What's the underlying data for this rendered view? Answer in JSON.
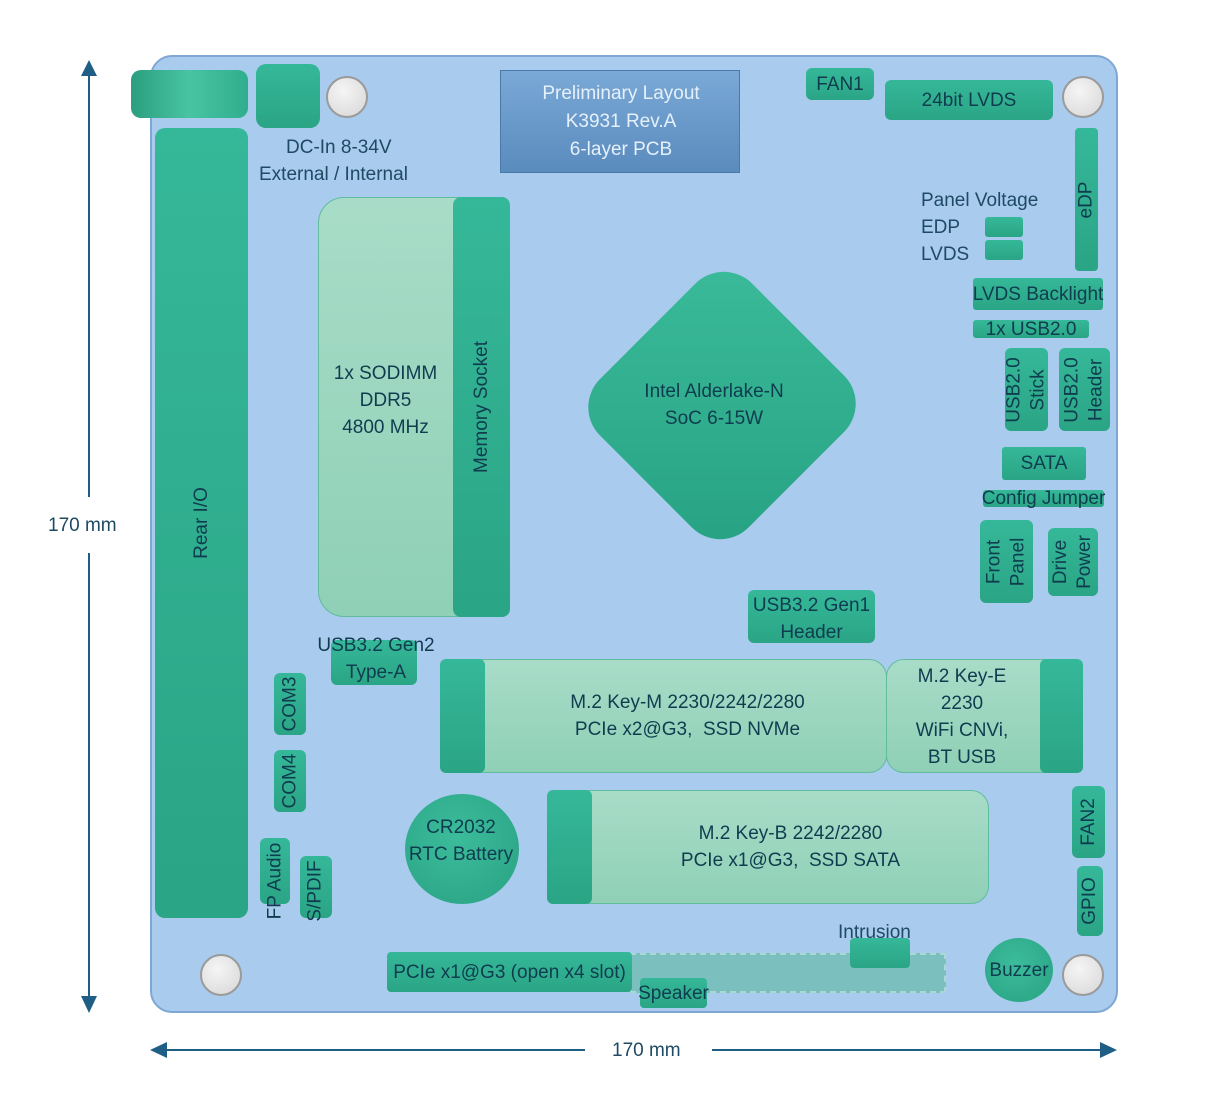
{
  "title": {
    "line1": "Preliminary Layout",
    "line2": "K3931 Rev.A",
    "line3": "6-layer PCB"
  },
  "dimensions": {
    "height": "170 mm",
    "width": "170 mm"
  },
  "labels": {
    "dc_in": "DC-In 8-34V",
    "dc_in_sub": "External / Internal",
    "rear_io": "Rear I/O",
    "sodimm_line1": "1x SODIMM",
    "sodimm_line2": "DDR5",
    "sodimm_line3": "4800 MHz",
    "memory_socket": "Memory Socket",
    "soc_line1": "Intel Alderlake-N",
    "soc_line2": "SoC 6-15W",
    "fan1": "FAN1",
    "lvds24": "24bit LVDS",
    "edp": "eDP",
    "panel_voltage": "Panel Voltage",
    "pv_edp": "EDP",
    "pv_lvds": "LVDS",
    "lvds_backlight": "LVDS Backlight",
    "usb20_1x": "1x USB2.0",
    "usb20_stick": "USB2.0\nStick",
    "usb20_header": "USB2.0\nHeader",
    "sata": "SATA",
    "config_jumper": "Config Jumper",
    "front_panel": "Front\nPanel",
    "drive_power": "Drive\nPower",
    "usb32g1_line1": "USB3.2 Gen1",
    "usb32g1_line2": "Header",
    "usb32g2_line1": "USB3.2 Gen2",
    "usb32g2_line2": "Type-A",
    "m2m_line1": "M.2 Key-M 2230/2242/2280",
    "m2m_line2": "PCIe x2@G3,  SSD NVMe",
    "m2e_line1": "M.2 Key-E",
    "m2e_line2": "2230",
    "m2e_line3": "WiFi CNVi,",
    "m2e_line4": "BT USB",
    "m2b_line1": "M.2 Key-B 2242/2280",
    "m2b_line2": "PCIe x1@G3,  SSD SATA",
    "com3": "COM3",
    "com4": "COM4",
    "cr2032_line1": "CR2032",
    "cr2032_line2": "RTC Battery",
    "fp_audio": "FP Audio",
    "spdif": "S/PDIF",
    "fan2": "FAN2",
    "gpio": "GPIO",
    "intrusion": "Intrusion",
    "pcie": "PCIe x1@G3 (open x4 slot)",
    "speaker": "Speaker",
    "buzzer": "Buzzer"
  },
  "colors": {
    "board": "#a9cbee",
    "component": "#2fb090",
    "component_light": "#95d3bb",
    "title_box": "#5d8fc2",
    "arrow": "#1f5f86"
  }
}
